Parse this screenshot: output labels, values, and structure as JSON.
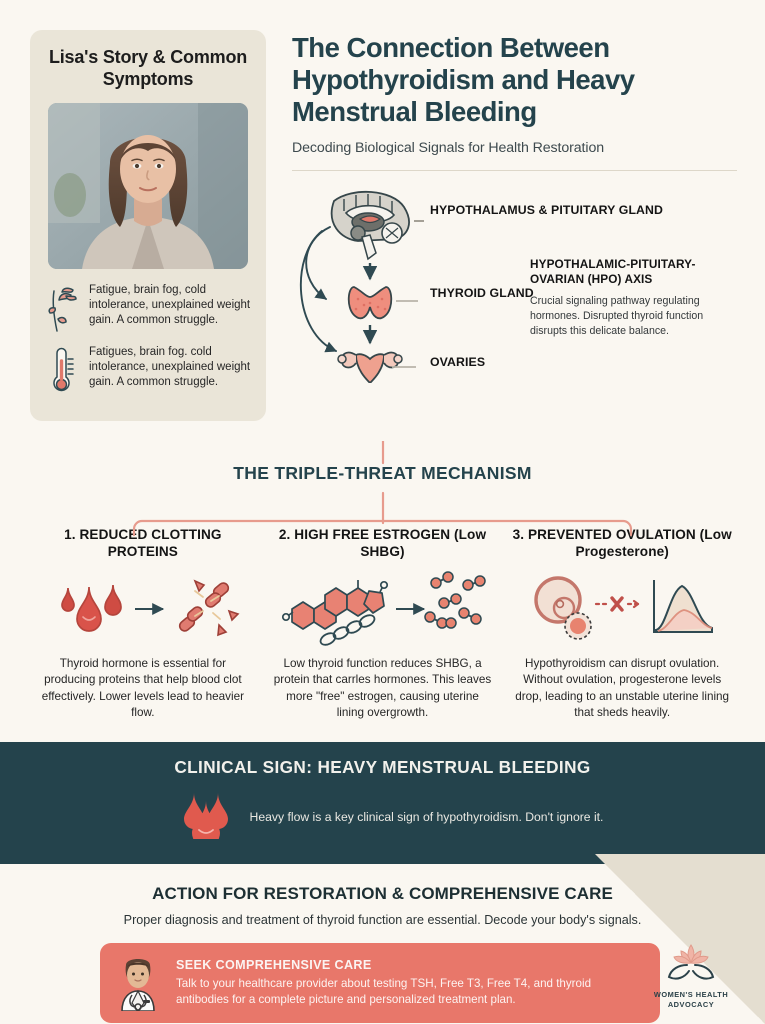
{
  "colors": {
    "page_bg": "#faf7f1",
    "card_bg": "#eae5d8",
    "teal": "#24434c",
    "coral": "#e8776a",
    "red": "#d9534a",
    "salmon_line": "#e79b8d"
  },
  "story": {
    "title": "Lisa's Story & Common Symptoms",
    "portrait_alt": "portrait-photo",
    "symptoms": [
      {
        "icon": "wilting-flower-icon",
        "text": "Fatigue, brain fog, cold intolerance, unexplained weight gain. A common struggle."
      },
      {
        "icon": "thermometer-icon",
        "text": "Fatigues, brain fog. cold intolerance, unexplained weight gain. A common struggle."
      }
    ]
  },
  "header": {
    "title": "The Connection Between Hypothyroidism and Heavy Menstrual Bleeding",
    "subtitle": "Decoding Biological Signals for Health Restoration"
  },
  "hpo": {
    "labels": {
      "hypothalamus": "HYPOTHALAMUS & PITUITARY GLAND",
      "thyroid": "THYROID GLAND",
      "ovaries": "OVARIES"
    },
    "side_heading": "HYPOTHALAMIC-PITUITARY-OVARIAN (HPO) AXIS",
    "side_body": "Crucial signaling pathway regulating hormones. Disrupted thyroid function disrupts this delicate balance."
  },
  "triple": {
    "heading": "THE TRIPLE-THREAT MECHANISM",
    "columns": [
      {
        "title": "1. REDUCED CLOTTING PROTEINS",
        "icon": "blood-drops-broken-chain-icon",
        "desc": "Thyroid hormone is essential for producing proteins that help blood clot effectively. Lower levels lead to heavier flow."
      },
      {
        "title": "2. HIGH FREE ESTROGEN (Low SHBG)",
        "icon": "estrogen-molecule-chain-icon",
        "desc": "Low thyroid function reduces SHBG, a protein that carrles hormones. This leaves more \"free\" estrogen, causing uterine lining overgrowth."
      },
      {
        "title": "3. PREVENTED OVULATION (Low Progesterone)",
        "icon": "ovulation-blocked-chart-icon",
        "desc": "Hypothyroidism can disrupt ovulation. Without ovulation, progesterone levels drop, leading to an unstable uterine lining that sheds heavily."
      }
    ]
  },
  "clinical": {
    "title": "CLINICAL SIGN: HEAVY MENSTRUAL BLEEDING",
    "icon": "blood-drops-icon",
    "text": "Heavy flow is a key clinical sign of hypothyroidism. Don't ignore it."
  },
  "action": {
    "title": "ACTION FOR RESTORATION & COMPREHENSIVE CARE",
    "subtitle": "Proper diagnosis and treatment of thyroid function are essential. Decode your body's signals.",
    "cta": {
      "icon": "doctor-icon",
      "heading": "SEEK COMPREHENSIVE CARE",
      "body": "Talk to your healthcare provider about testing TSH, Free T3, Free T4, and thyroid antibodies for a complete picture and personalized treatment plan."
    }
  },
  "logo": {
    "icon": "lotus-in-hands-icon",
    "line1": "WOMEN'S HEALTH",
    "line2": "ADVOCACY"
  }
}
